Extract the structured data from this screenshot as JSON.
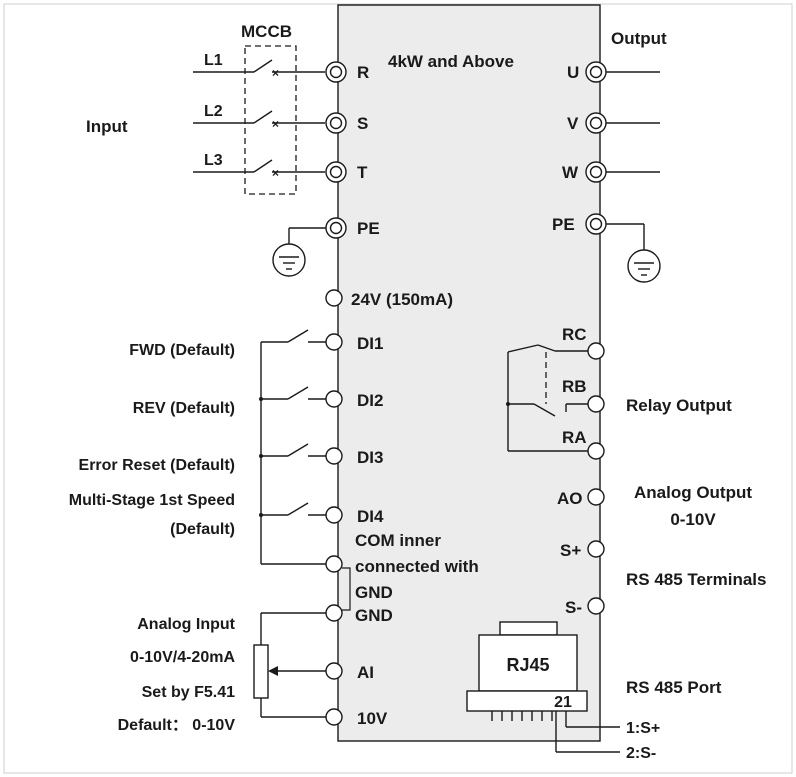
{
  "header": {
    "mccb": "MCCB",
    "title": "4kW and Above",
    "output": "Output",
    "input": "Input"
  },
  "input_lines": {
    "l1": "L1",
    "l2": "L2",
    "l3": "L3"
  },
  "power_terminals": {
    "r": "R",
    "s": "S",
    "t": "T",
    "pe_left": "PE",
    "u": "U",
    "v": "V",
    "w": "W",
    "pe_right": "PE"
  },
  "supply": {
    "label": "24V (150mA)"
  },
  "digital_inputs": [
    {
      "terminal": "DI1",
      "function": "FWD (Default)"
    },
    {
      "terminal": "DI2",
      "function": "REV (Default)"
    },
    {
      "terminal": "DI3",
      "function": "Error Reset (Default)"
    },
    {
      "terminal": "DI4",
      "function_line1": "Multi-Stage 1st Speed",
      "function_line2": "(Default)"
    }
  ],
  "com": {
    "line1": "COM inner",
    "line2": "connected with",
    "line3": "GND"
  },
  "gnd": {
    "label": "GND"
  },
  "analog_input": {
    "terminal": "AI",
    "line1": "Analog Input",
    "line2": "0-10V/4-20mA",
    "line3": "Set by F5.41",
    "line4": "Default： 0-10V"
  },
  "ten_v": {
    "label": "10V"
  },
  "relay": {
    "rc": "RC",
    "rb": "RB",
    "ra": "RA",
    "label": "Relay Output"
  },
  "analog_output": {
    "terminal": "AO",
    "line1": "Analog Output",
    "line2": "0-10V"
  },
  "rs485": {
    "s_plus": "S+",
    "s_minus": "S-",
    "terminals_label": "RS 485 Terminals"
  },
  "rj45": {
    "label": "RJ45",
    "pins": "21",
    "port_label": "RS 485 Port",
    "pin1": "1:S+",
    "pin2": "2:S-"
  }
}
